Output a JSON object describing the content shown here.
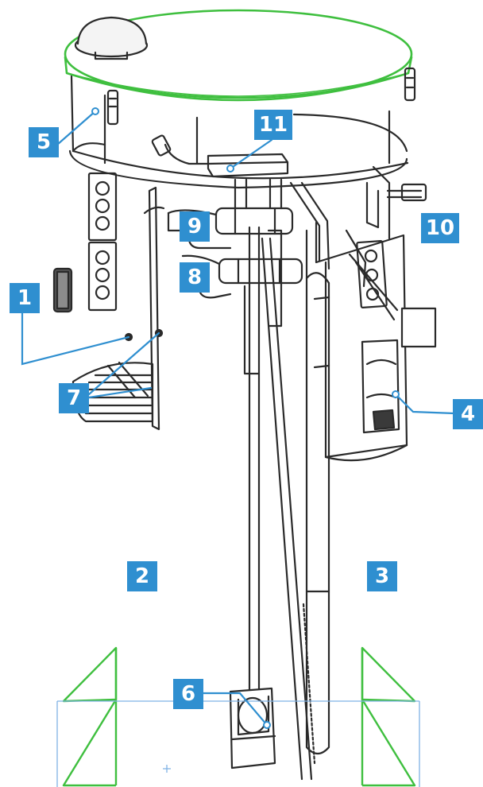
{
  "colors": {
    "callout": "#2f8fd0",
    "outline": "#2a2a2a",
    "highlight": "#3fbf3f",
    "guide": "#7fb2e5"
  },
  "callouts": [
    {
      "id": "1",
      "label": "1"
    },
    {
      "id": "2",
      "label": "2"
    },
    {
      "id": "3",
      "label": "3"
    },
    {
      "id": "4",
      "label": "4"
    },
    {
      "id": "5",
      "label": "5"
    },
    {
      "id": "6",
      "label": "6"
    },
    {
      "id": "7",
      "label": "7"
    },
    {
      "id": "8",
      "label": "8"
    },
    {
      "id": "9",
      "label": "9"
    },
    {
      "id": "10",
      "label": "10"
    },
    {
      "id": "11",
      "label": "11"
    }
  ]
}
